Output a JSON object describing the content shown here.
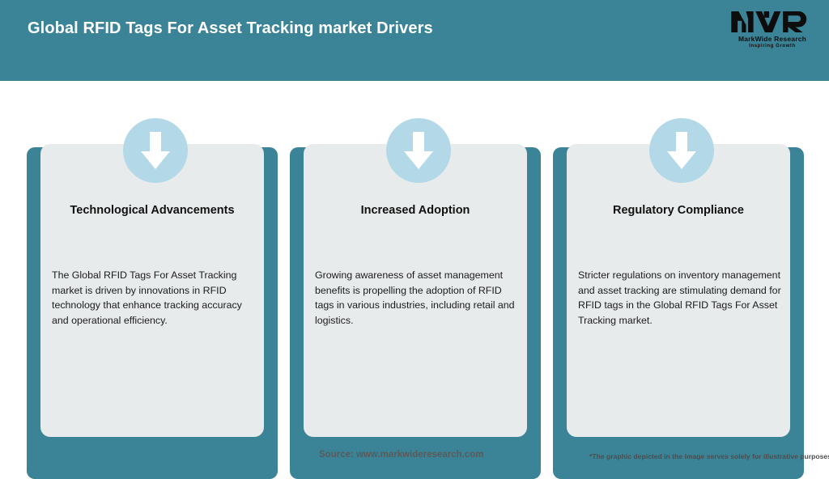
{
  "header": {
    "title": "Global RFID Tags For Asset Tracking market Drivers",
    "background_color": "#3b8497",
    "title_color": "#ffffff"
  },
  "logo": {
    "mark_text": "MWR",
    "name": "MarkWide Research",
    "tagline": "Inspiring Growth"
  },
  "cards": [
    {
      "icon": "arrow-down-icon",
      "heading": "Technological Advancements",
      "body": "The Global RFID Tags For Asset Tracking market is driven by innovations in RFID technology that enhance tracking accuracy and operational efficiency."
    },
    {
      "icon": "arrow-down-icon",
      "heading": "Increased Adoption",
      "body": "Growing awareness of asset management benefits is propelling the adoption of RFID tags in various industries, including retail and logistics."
    },
    {
      "icon": "arrow-down-icon",
      "heading": "Regulatory Compliance",
      "body": "Stricter regulations on inventory management and asset tracking are stimulating demand for RFID tags in the Global RFID Tags For Asset Tracking market."
    }
  ],
  "footer": {
    "source": "Source: www.markwideresearch.com",
    "note": "*The graphic depicted in the image serves solely for illustrative purposes"
  },
  "colors": {
    "teal": "#3b8497",
    "panel_gray": "#e8ebec",
    "circle_blue": "#b3d9e8",
    "arrow_white": "#ffffff",
    "page_background": "#ffffff"
  }
}
